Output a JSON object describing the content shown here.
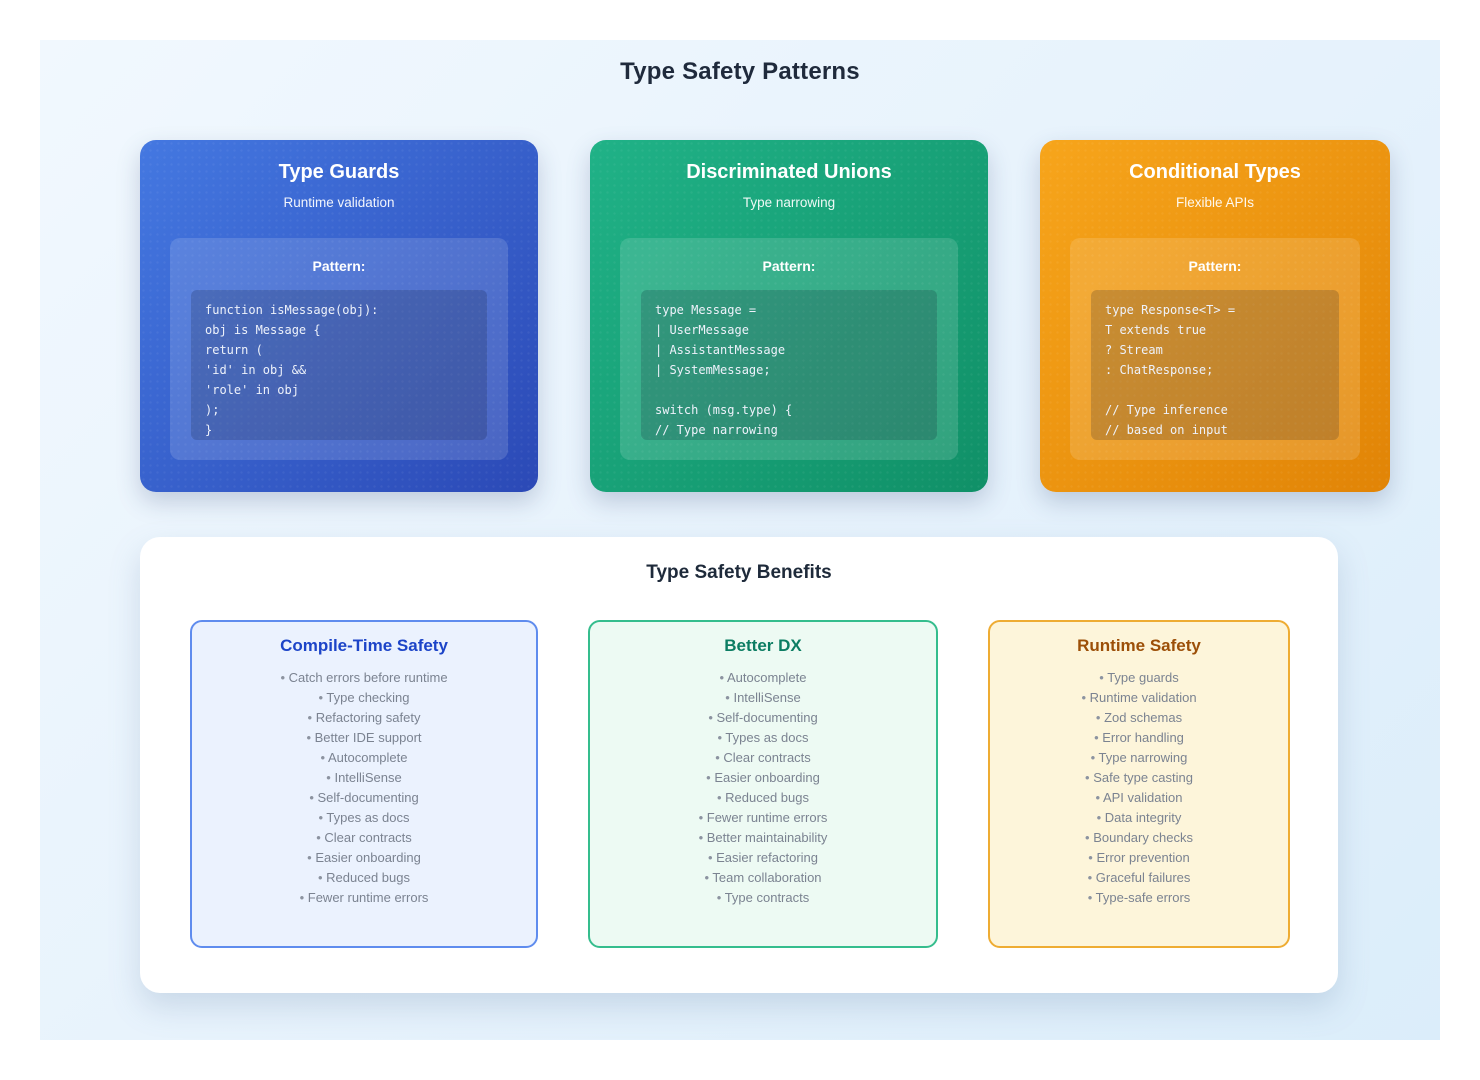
{
  "page": {
    "title": "Type Safety Patterns",
    "background_color": "#e6f2fc"
  },
  "patterns": {
    "cards": [
      {
        "title": "Type Guards",
        "subtitle": "Runtime validation",
        "pattern_label": "Pattern:",
        "accent_color": "#2b49b6",
        "code_lines": [
          "function isMessage(obj):",
          "obj is Message {",
          "return (",
          "'id' in obj &&",
          "'role' in obj",
          ");",
          "}"
        ]
      },
      {
        "title": "Discriminated Unions",
        "subtitle": "Type narrowing",
        "pattern_label": "Pattern:",
        "accent_color": "#109067",
        "code_lines": [
          "type Message =",
          "| UserMessage",
          "| AssistantMessage",
          "| SystemMessage;",
          "",
          "switch (msg.type) {",
          "// Type narrowing"
        ]
      },
      {
        "title": "Conditional Types",
        "subtitle": "Flexible APIs",
        "pattern_label": "Pattern:",
        "accent_color": "#e18406",
        "code_lines": [
          "type Response<T> =",
          "T extends true",
          "? Stream",
          ": ChatResponse;",
          "",
          "// Type inference",
          "// based on input"
        ]
      }
    ]
  },
  "benefits": {
    "title": "Type Safety Benefits",
    "boxes": [
      {
        "title": "Compile-Time Safety",
        "accent_color": "#1c44c8",
        "items": [
          "Catch errors before runtime",
          "Type checking",
          "Refactoring safety",
          "Better IDE support",
          "Autocomplete",
          "IntelliSense",
          "Self-documenting",
          "Types as docs",
          "Clear contracts",
          "Easier onboarding",
          "Reduced bugs",
          "Fewer runtime errors"
        ]
      },
      {
        "title": "Better DX",
        "accent_color": "#0c7d63",
        "items": [
          "Autocomplete",
          "IntelliSense",
          "Self-documenting",
          "Types as docs",
          "Clear contracts",
          "Easier onboarding",
          "Reduced bugs",
          "Fewer runtime errors",
          "Better maintainability",
          "Easier refactoring",
          "Team collaboration",
          "Type contracts"
        ]
      },
      {
        "title": "Runtime Safety",
        "accent_color": "#9c4f08",
        "items": [
          "Type guards",
          "Runtime validation",
          "Zod schemas",
          "Error handling",
          "Type narrowing",
          "Safe type casting",
          "API validation",
          "Data integrity",
          "Boundary checks",
          "Error prevention",
          "Graceful failures",
          "Type-safe errors"
        ]
      }
    ]
  }
}
